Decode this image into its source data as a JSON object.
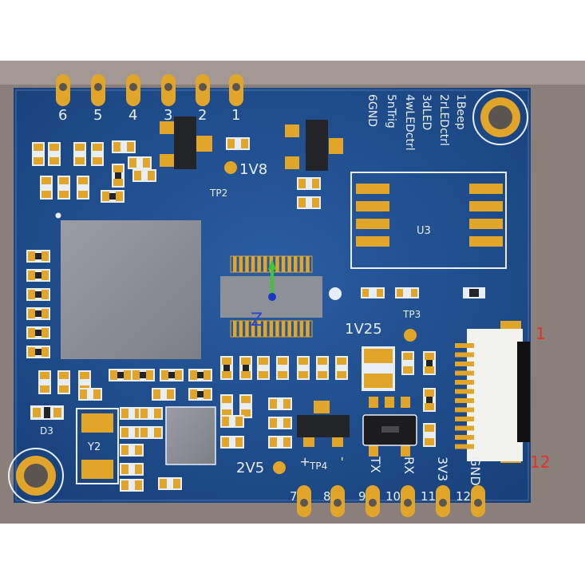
{
  "header_pins": [
    "6",
    "5",
    "4",
    "3",
    "2",
    "1"
  ],
  "pin_functions": [
    "1Beep",
    "2rLEDctrl",
    "3dLED",
    "4wLEDctrl",
    "5nTrig",
    "6GND"
  ],
  "bottom_pins": [
    "7",
    "8",
    "9",
    "10",
    "11",
    "12"
  ],
  "bottom_signals": [
    "+",
    "-",
    "TX",
    "RX",
    "3V3",
    "GND"
  ],
  "labels": {
    "tp2": "TP2",
    "v18": "1V8",
    "u3": "U3",
    "tp3": "TP3",
    "v125": "1V25",
    "v25": "2V5",
    "tp4": "TP4",
    "y2": "Y2",
    "d3": "D3",
    "z": "Z"
  },
  "connector_pins": {
    "first": "1",
    "last": "12"
  },
  "colors": {
    "background": "#ffffff",
    "surround": "#8a7f7b",
    "board": "#1f4e8f",
    "pad": "#e1a52a",
    "silk": "#e8eef8",
    "marker": "#e0352a"
  }
}
